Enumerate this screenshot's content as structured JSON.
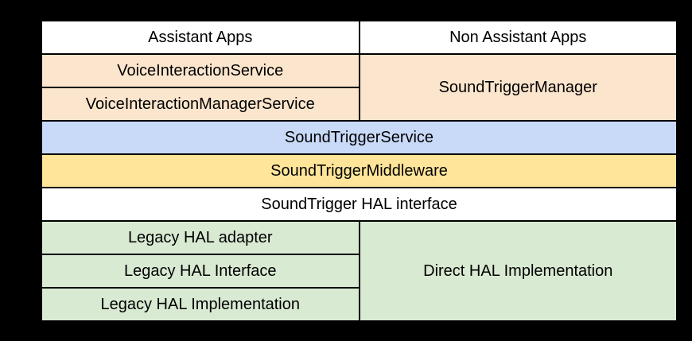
{
  "colors": {
    "canvas_background": "#000000",
    "cell_border": "#000000",
    "text": "#000000",
    "white": "#FFFFFF",
    "peach": "#FCE5CD",
    "blue": "#C9DAF8",
    "yellow": "#FFE599",
    "green": "#D9EAD3"
  },
  "diagram": {
    "cells": {
      "assistant_apps": {
        "label": "Assistant Apps",
        "bg": "#FFFFFF"
      },
      "non_assistant_apps": {
        "label": "Non Assistant Apps",
        "bg": "#FFFFFF"
      },
      "voice_interaction_service": {
        "label": "VoiceInteractionService",
        "bg": "#FCE5CD"
      },
      "sound_trigger_manager": {
        "label": "SoundTriggerManager",
        "bg": "#FCE5CD"
      },
      "voice_interaction_manager_service": {
        "label": "VoiceInteractionManagerService",
        "bg": "#FCE5CD"
      },
      "sound_trigger_service": {
        "label": "SoundTriggerService",
        "bg": "#C9DAF8"
      },
      "sound_trigger_middleware": {
        "label": "SoundTriggerMiddleware",
        "bg": "#FFE599"
      },
      "sound_trigger_hal_interface": {
        "label": "SoundTrigger HAL interface",
        "bg": "#FFFFFF"
      },
      "legacy_hal_adapter": {
        "label": "Legacy HAL adapter",
        "bg": "#D9EAD3"
      },
      "direct_hal_implementation": {
        "label": "Direct HAL Implementation",
        "bg": "#D9EAD3"
      },
      "legacy_hal_interface": {
        "label": "Legacy HAL Interface",
        "bg": "#D9EAD3"
      },
      "legacy_hal_implementation": {
        "label": "Legacy HAL Implementation",
        "bg": "#D9EAD3"
      }
    }
  }
}
